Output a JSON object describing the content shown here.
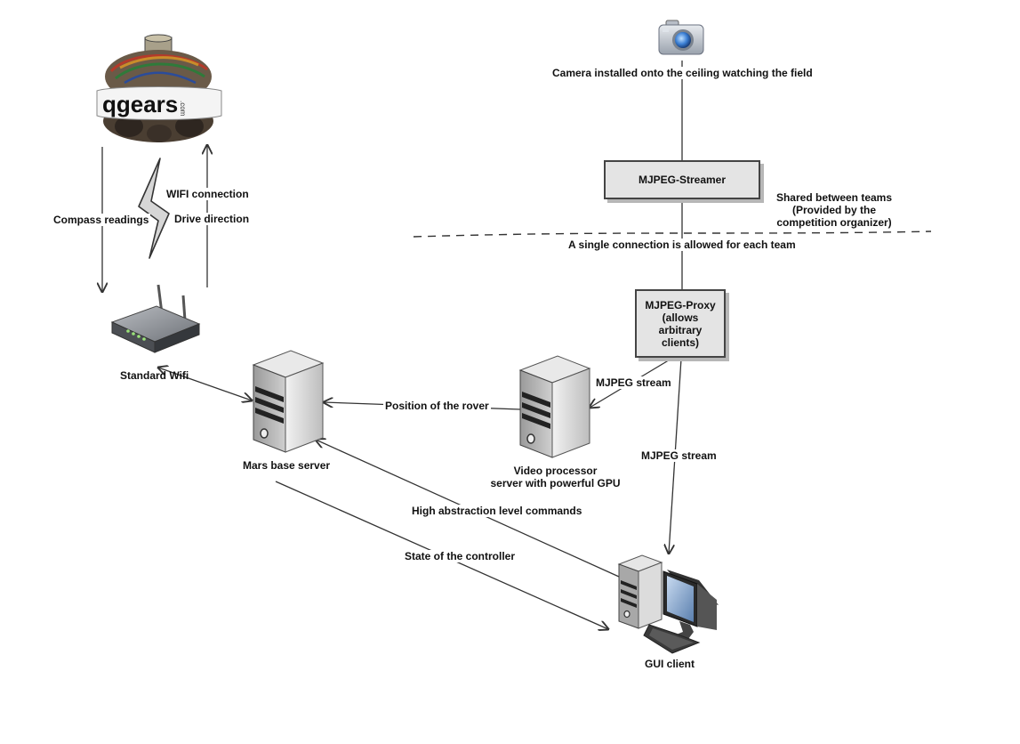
{
  "nodes": {
    "rover_logo": "qgears.com",
    "camera_label": "Camera installed onto the ceiling watching the field",
    "streamer": "MJPEG-Streamer",
    "shared_note": [
      "Shared between teams",
      "(Provided by the",
      "competition organizer)"
    ],
    "single_connection": "A single connection is allowed for each team",
    "proxy": [
      "MJPEG-Proxy",
      "(allows arbitrary",
      "clients)"
    ],
    "wifi_label": "Standard Wifi",
    "mars_label": "Mars base server",
    "video_label": [
      "Video processor",
      "server with powerful GPU"
    ],
    "gui_label": "GUI client"
  },
  "edges": {
    "compass": "Compass readings",
    "wifi_connection": "WIFI connection",
    "drive": "Drive direction",
    "position": "Position of the rover",
    "mjpeg_stream_1": "MJPEG stream",
    "mjpeg_stream_2": "MJPEG stream",
    "high_abstraction": "High abstraction level commands",
    "state_controller": "State of the controller"
  }
}
